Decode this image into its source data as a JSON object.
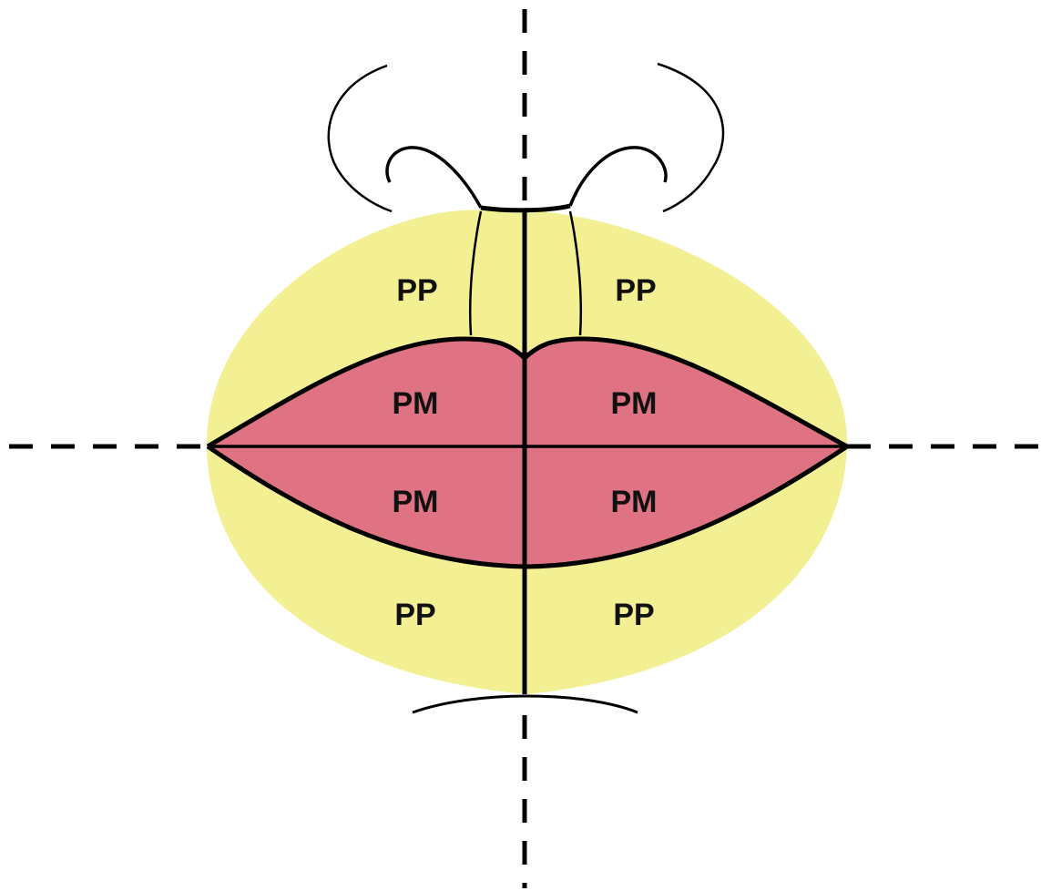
{
  "colors": {
    "background": "#ffffff",
    "perioral_zone": "#f3ef93",
    "lip_vermilion": "#df7384",
    "outline": "#000000"
  },
  "regions": {
    "upper_left_perioral": "PP",
    "upper_right_perioral": "PP",
    "upper_left_lip": "PM",
    "upper_right_lip": "PM",
    "lower_left_lip": "PM",
    "lower_right_lip": "PM",
    "lower_left_perioral": "PP",
    "lower_right_perioral": "PP"
  }
}
